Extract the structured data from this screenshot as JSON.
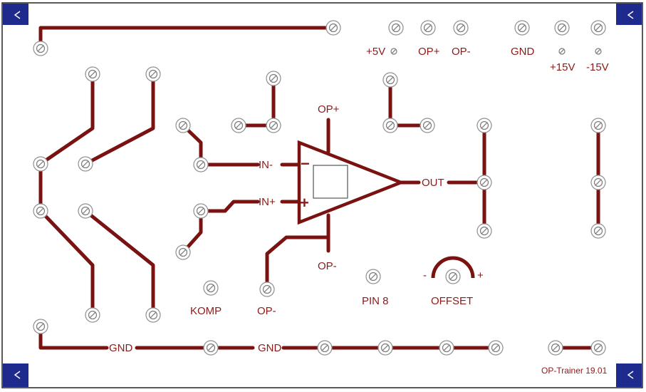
{
  "labels": {
    "in_minus": "IN-",
    "in_plus": "IN+",
    "out": "OUT",
    "op_plus_top": "OP+",
    "op_minus_bottom": "OP-",
    "komp": "KOMP",
    "op_minus_pad": "OP-",
    "pin8": "PIN 8",
    "offset": "OFFSET",
    "offset_minus": "-",
    "offset_plus": "+",
    "gnd_left": "GND",
    "gnd_mid": "GND",
    "p5v": "+5V",
    "op_plus_header": "OP+",
    "op_minus_header": "OP-",
    "gnd_header": "GND",
    "p15v": "+15V",
    "m15v": "-15V",
    "minus_sign": "−",
    "plus_sign": "+",
    "version": "OP-Trainer 19.01"
  },
  "colors": {
    "trace": "#7a1212",
    "label": "#8b1a1a",
    "corner": "#1e2b8c",
    "border": "#222222"
  },
  "icons": {
    "corner_marker": "left-triangle-icon",
    "pad": "solder-pad-icon"
  }
}
